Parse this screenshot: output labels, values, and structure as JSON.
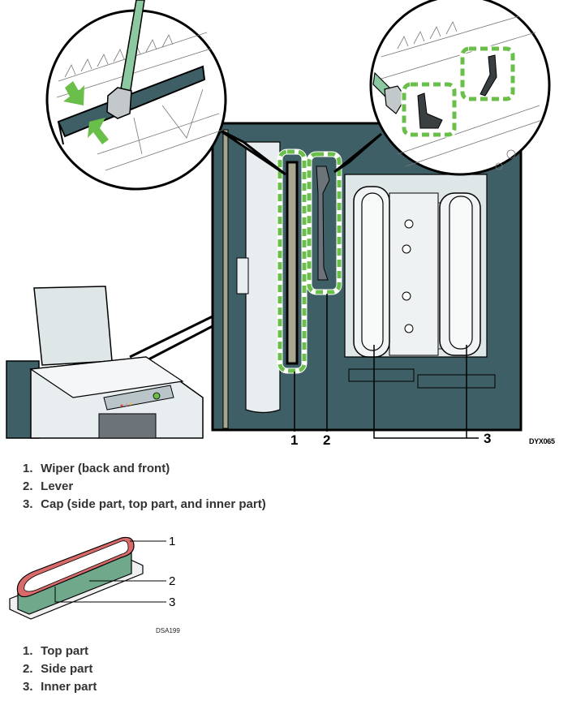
{
  "figure1": {
    "code": "DYX065",
    "callouts": [
      "1",
      "2",
      "3"
    ],
    "colors": {
      "teal": "#3f5f66",
      "highlight_green": "#6abf4b",
      "swab_green": "#8cc9a0",
      "panel_light": "#e8eef0",
      "wiper_tan": "#a8a590"
    },
    "icons": [
      "printer-overview",
      "magnifier-wiper-zoom",
      "magnifier-lever-zoom",
      "swab",
      "press-arrow"
    ]
  },
  "legend1": {
    "items": [
      {
        "num": "1.",
        "label": "Wiper (back and front)"
      },
      {
        "num": "2.",
        "label": "Lever"
      },
      {
        "num": "3.",
        "label": "Cap (side part, top part, and inner part)"
      }
    ]
  },
  "figure2": {
    "code": "DSA199",
    "callouts": [
      "1",
      "2",
      "3"
    ],
    "colors": {
      "top_part": "#d96a6a",
      "side_part": "#6fa88a",
      "base": "#f0f0f0"
    }
  },
  "legend2": {
    "items": [
      {
        "num": "1.",
        "label": "Top part"
      },
      {
        "num": "2.",
        "label": "Side part"
      },
      {
        "num": "3.",
        "label": "Inner part"
      }
    ]
  }
}
